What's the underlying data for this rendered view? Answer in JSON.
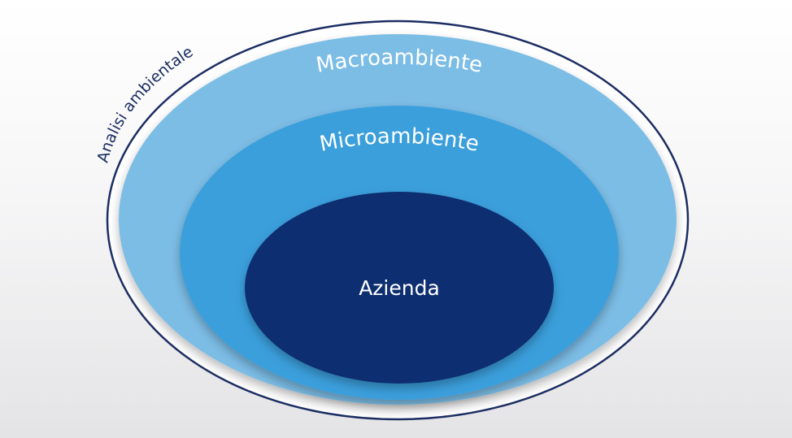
{
  "diagram": {
    "outer_label": "Analisi ambientale",
    "rings": [
      {
        "label": "Macroambiente",
        "color": "#7bbde6"
      },
      {
        "label": "Microambiente",
        "color": "#3a9fdc"
      },
      {
        "label": "Azienda",
        "color": "#0f2d70"
      }
    ],
    "outline_color": "#1b2d63"
  }
}
